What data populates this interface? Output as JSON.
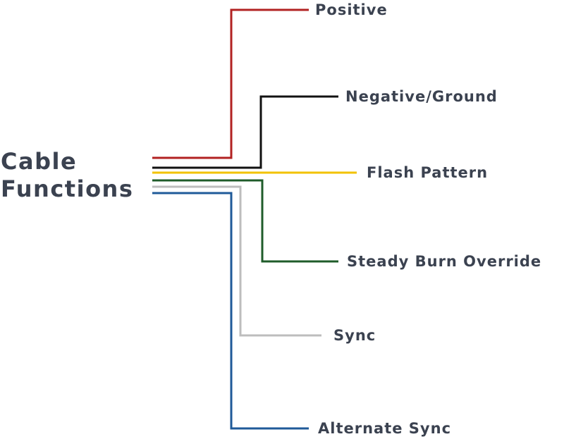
{
  "title": {
    "line1": "Cable",
    "line2": "Functions"
  },
  "wires": [
    {
      "label": "Positive",
      "color": "#b22222"
    },
    {
      "label": "Negative/Ground",
      "color": "#111111"
    },
    {
      "label": "Flash Pattern",
      "color": "#f2c200"
    },
    {
      "label": "Steady Burn Override",
      "color": "#1f5c2a"
    },
    {
      "label": "Sync",
      "color": "#bdbdbd"
    },
    {
      "label": "Alternate Sync",
      "color": "#1f5a99"
    }
  ]
}
